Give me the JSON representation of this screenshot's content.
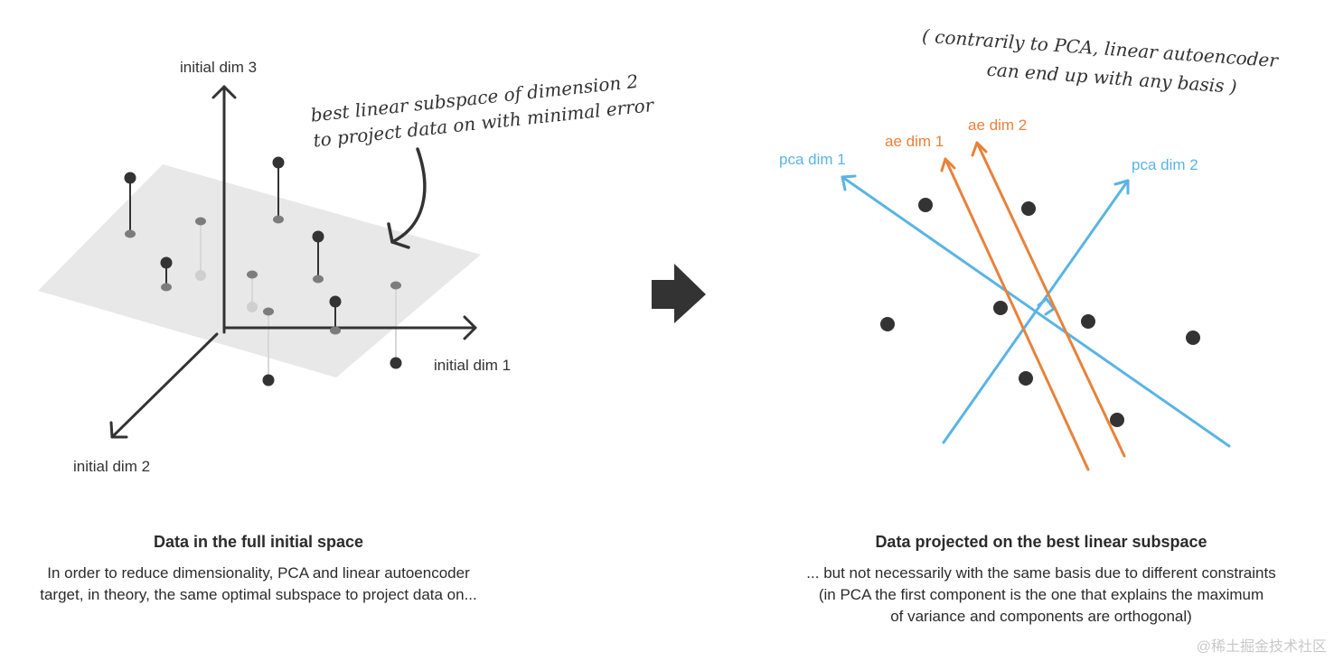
{
  "left_panel": {
    "axis_labels": {
      "dim3": "initial dim 3",
      "dim1": "initial dim 1",
      "dim2": "initial dim 2"
    },
    "annotation_lines": [
      "best linear subspace of dimension 2",
      "to project data on with minimal error"
    ],
    "title": "Data in the full initial space",
    "description_lines": [
      "In order to reduce dimensionality, PCA and linear autoencoder",
      "target, in theory, the same optimal subspace to project data on..."
    ]
  },
  "right_panel": {
    "annotation_lines": [
      "( contrarily to PCA, linear autoencoder",
      "can end up with any basis )"
    ],
    "axis_labels": {
      "pca1": "pca dim 1",
      "pca2": "pca dim 2",
      "ae1": "ae dim 1",
      "ae2": "ae dim 2"
    },
    "title": "Data projected on the best linear subspace",
    "description_lines": [
      "... but not necessarily with the same basis due to different constraints",
      "(in PCA the first component is the one that explains the maximum",
      "of variance and components are orthogonal)"
    ]
  },
  "watermark": "@稀土掘金技术社区",
  "colors": {
    "pca": "#5ab4e5",
    "ae": "#e8823a",
    "point": "#333333",
    "plane": "#e8e8e8"
  }
}
